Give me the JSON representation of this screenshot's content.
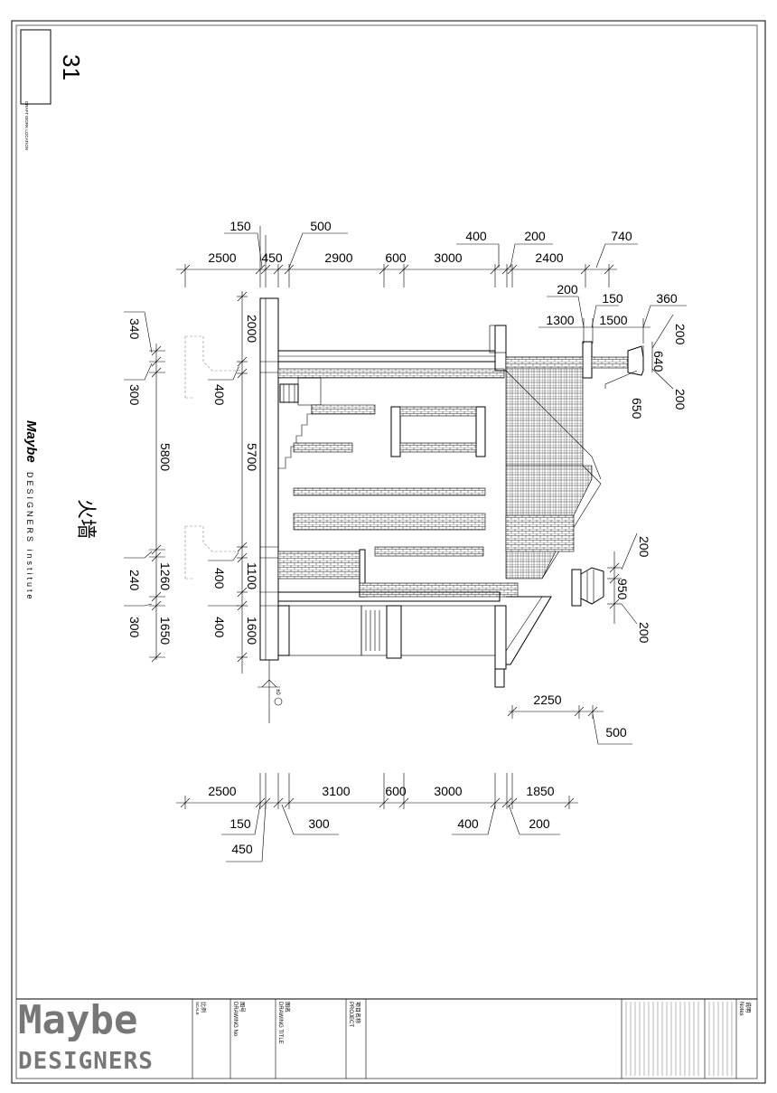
{
  "sheet": {
    "page_number": "31",
    "location_tag": "DRAFT WORK LOCATION"
  },
  "drawing": {
    "title_cn": "火墙",
    "brand_vertical": "Maybe",
    "brand_vertical_sub": "DESIGNERS institute",
    "elevation_mark": "±0"
  },
  "dimensions": {
    "top_row_above": [
      "150",
      "500",
      "400",
      "200",
      "740"
    ],
    "top_row": [
      "2500",
      "450",
      "2900",
      "600",
      "3000",
      "2400"
    ],
    "right_upper": [
      "200",
      "150",
      "360",
      "1300",
      "1500",
      "200",
      "640",
      "200",
      "650"
    ],
    "left_outer": [
      "340",
      "300",
      "5800",
      "240",
      "1260",
      "300",
      "1650"
    ],
    "left_inner": [
      "2000",
      "400",
      "5700",
      "400",
      "1100",
      "400",
      "1600"
    ],
    "right_lower": [
      "200",
      "950",
      "200"
    ],
    "bottom_inner": [
      "2250",
      "500"
    ],
    "bottom_row": [
      "2500",
      "3100",
      "600",
      "3000",
      "1850"
    ],
    "bottom_row_below": [
      "150",
      "300",
      "400",
      "200",
      "450"
    ]
  },
  "title_block": {
    "logo_line1": "Maybe",
    "logo_line2": "DESIGNERS",
    "fields": [
      {
        "en": "SCALE",
        "cn": "比例"
      },
      {
        "en": "DRAWING No",
        "cn": "图号"
      },
      {
        "en": "DRAWING TITLE",
        "cn": "图名"
      },
      {
        "en": "PROJECT",
        "cn": "项目名称"
      },
      {
        "en": "Notes",
        "cn": "说明"
      }
    ]
  }
}
